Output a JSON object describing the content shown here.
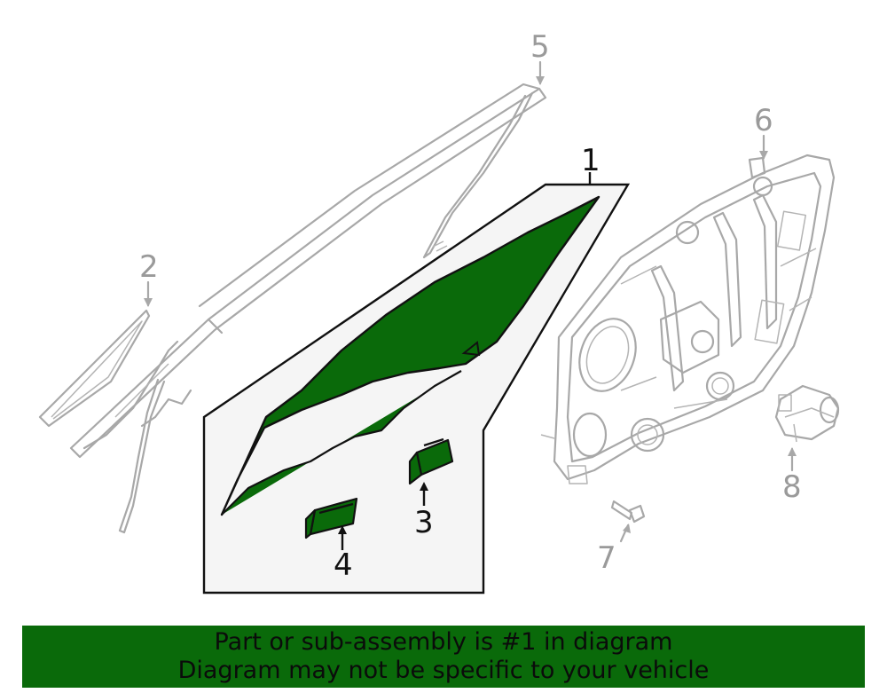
{
  "callouts": {
    "c1": "1",
    "c2": "2",
    "c3": "3",
    "c4": "4",
    "c5": "5",
    "c6": "6",
    "c7": "7",
    "c8": "8"
  },
  "banner": {
    "line1": "Part or sub-assembly is #1 in diagram",
    "line2": "Diagram may not be specific to your vehicle"
  },
  "colors": {
    "highlight_green": "#0a6a0a",
    "line_grey": "#a8a8a8",
    "panel_bg": "#f5f5f5"
  }
}
